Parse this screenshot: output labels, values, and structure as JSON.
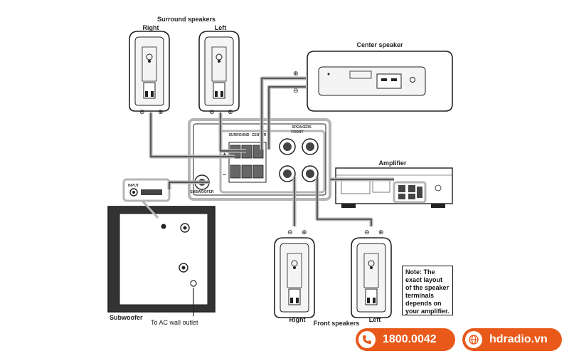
{
  "labels": {
    "surround_title": "Surround speakers",
    "surround_right": "Right",
    "surround_left": "Left",
    "center": "Center speaker",
    "amplifier": "Amplifier",
    "subwoofer": "Subwoofer",
    "ac_outlet": "To AC wall outlet",
    "front_right": "Right",
    "front_left": "Left",
    "front_speakers": "Front speakers",
    "panel_speakers": "SPEAKERS",
    "panel_surround": "SURROUND",
    "panel_center": "CENTER",
    "panel_front": "FRONT",
    "panel_subwoofer": "SUBWOOFER",
    "input": "INPUT"
  },
  "polarity": {
    "minus": "⊖",
    "plus": "⊕",
    "panel_plus": "+",
    "panel_minus": "–"
  },
  "note": "Note: The exact layout of the speaker terminals depends on your amplifier.",
  "contact": {
    "phone": "1800.0042",
    "website": "hdradio.vn"
  },
  "colors": {
    "accent": "#e8591a",
    "highlight": "#b5b5b5",
    "line": "#222222"
  },
  "icons": {
    "phone": "phone-icon",
    "web": "globe-icon"
  }
}
